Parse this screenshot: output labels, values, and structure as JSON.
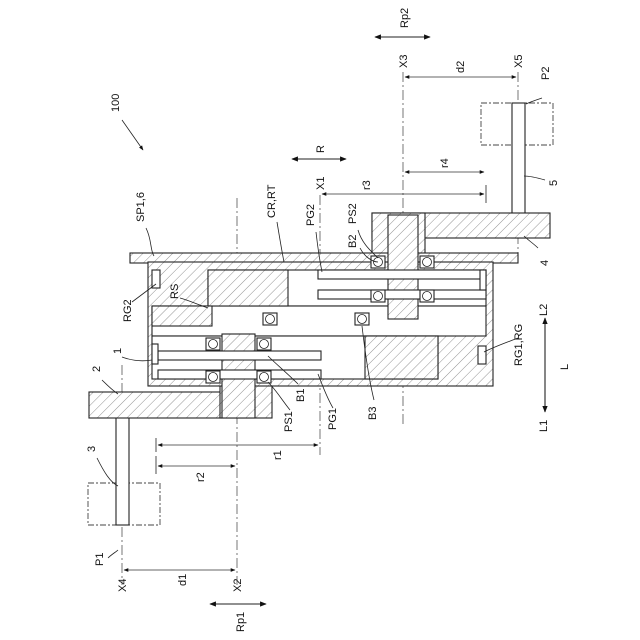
{
  "figure": {
    "labels": {
      "ref_100": "100",
      "ref_1": "1",
      "ref_2": "2",
      "ref_3": "3",
      "ref_4": "4",
      "ref_5": "5",
      "sp": "SP1,6",
      "cr": "CR,RT",
      "pg2": "PG2",
      "ps2": "PS2",
      "b2": "B2",
      "rg2": "RG2",
      "rs": "RS",
      "b1": "B1",
      "ps1": "PS1",
      "pg1": "PG1",
      "b3": "B3",
      "rg1": "RG1,RG",
      "l2": "L2",
      "l1": "L1",
      "l": "L",
      "p1": "P1",
      "p2": "P2",
      "x1": "X1",
      "x2": "X2",
      "x3": "X3",
      "x4": "X4",
      "x5": "X5",
      "r": "R",
      "rp1": "Rp1",
      "rp2": "Rp2",
      "r1": "r1",
      "r2": "r2",
      "r3": "r3",
      "r4": "r4",
      "d1": "d1",
      "d2": "d2"
    }
  }
}
